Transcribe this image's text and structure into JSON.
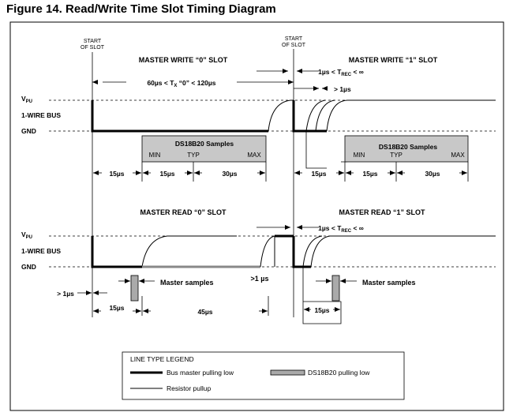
{
  "figure_title": "Figure 14. Read/Write Time Slot Timing Diagram",
  "start_of_slot": {
    "line1": "START",
    "line2": "OF SLOT"
  },
  "levels": {
    "vpu_main": "V",
    "vpu_sub": "PU",
    "bus": "1-WIRE BUS",
    "gnd": "GND"
  },
  "write0": {
    "title": "MASTER WRITE “0” SLOT",
    "timing_pre": "60µs < T",
    "timing_sub": "X",
    "timing_post": " “0” < 120µs"
  },
  "write1": {
    "title": "MASTER WRITE “1” SLOT",
    "timing_pre": "1µs < T",
    "timing_sub": "REC",
    "timing_post": " < ∞",
    "min_gap": "> 1µs"
  },
  "samples_box": {
    "title": "DS18B20  Samples",
    "min": "MIN",
    "typ": "TYP",
    "max": "MAX"
  },
  "write_intervals": {
    "a": "15µs",
    "b": "15µs",
    "c": "30µs"
  },
  "read0": {
    "title": "MASTER READ “0” SLOT",
    "master_samples": "Master samples",
    "recovery": ">1 µs"
  },
  "read1": {
    "title": "MASTER READ “1” SLOT",
    "timing_pre": "1µs < T",
    "timing_sub": "REC",
    "timing_post": " < ∞",
    "master_samples": "Master samples",
    "interval": "15µs"
  },
  "read_intervals": {
    "min_low": "> 1µs",
    "a": "15µs",
    "b": "45µs"
  },
  "legend": {
    "title": "LINE TYPE LEGEND",
    "master": "Bus master pulling low",
    "ds18b20": "DS18B20 pulling low",
    "pullup": "Resistor pullup"
  }
}
